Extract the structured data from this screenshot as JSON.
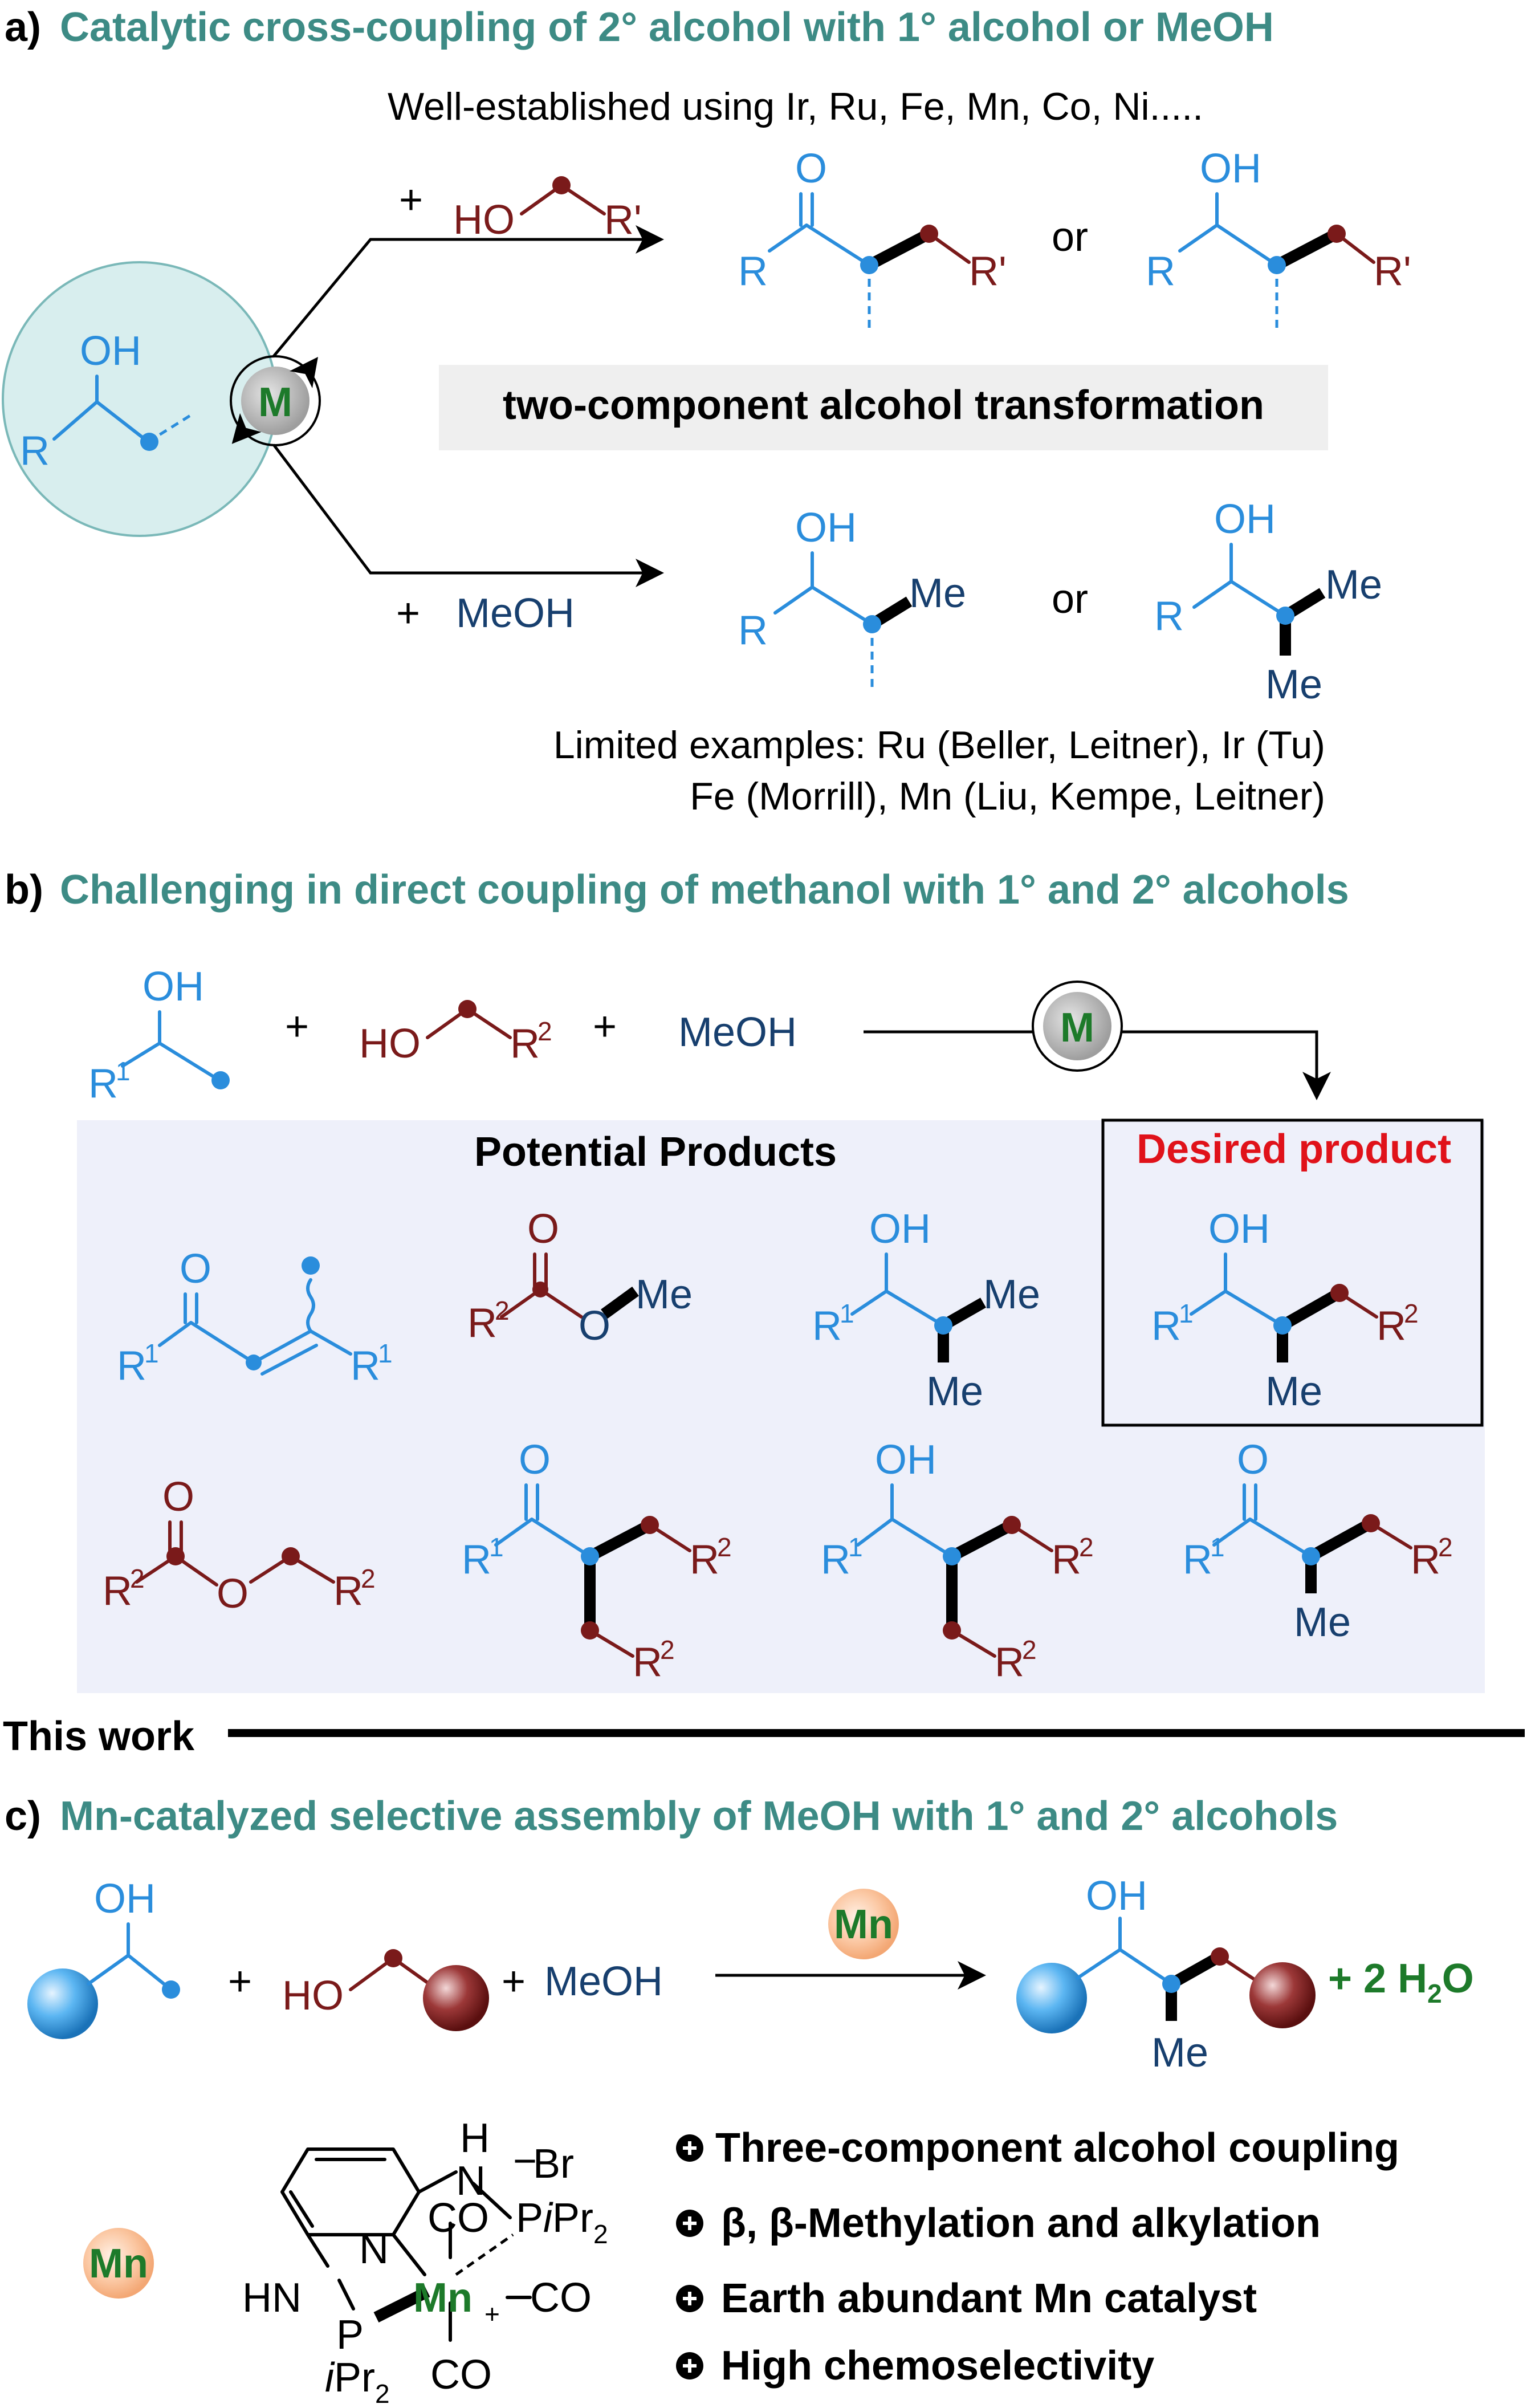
{
  "section_a": {
    "letter": "a)",
    "title": "Catalytic cross-coupling of 2° alcohol with 1° alcohol or MeOH",
    "well_established": "Well-established using Ir, Ru, Fe, Mn, Co, Ni.....",
    "two_component": "two-component alcohol transformation",
    "limited_line1": "Limited examples: Ru (Beller, Leitner), Ir (Tu)",
    "limited_line2": "Fe (Morrill), Mn (Liu, Kempe, Leitner)",
    "plus": "+",
    "or": "or",
    "metal": "M",
    "reagent_top_ho": "HO",
    "reagent_top_r": "R'",
    "reagent_bottom": "MeOH",
    "labels": {
      "R": "R",
      "O": "O",
      "OH": "OH",
      "Rp": "R'",
      "Me": "Me"
    }
  },
  "section_b": {
    "letter": "b)",
    "title": "Challenging in direct coupling of methanol with 1° and 2° alcohols",
    "metal": "M",
    "potential_products": "Potential Products",
    "desired_product": "Desired product",
    "reagent_ho": "HO",
    "reagent_meoh": "MeOH",
    "plus": "+",
    "labels": {
      "R": "R",
      "sup1": "1",
      "sup2": "2",
      "O": "O",
      "OH": "OH",
      "Me": "Me"
    }
  },
  "this_work": "This work",
  "section_c": {
    "letter": "c)",
    "title": "Mn-catalyzed selective assembly of MeOH with 1° and 2° alcohols",
    "catalyst": "Mn",
    "plus": "+",
    "reagent_ho": "HO",
    "reagent_meoh": "MeOH",
    "water_prefix": "+ 2 H",
    "water_sub": "2",
    "water_suffix": "O",
    "labels": {
      "OH": "OH",
      "Me": "Me"
    },
    "complex": {
      "H": "H",
      "N": "N",
      "Br": "Br",
      "charge_minus": "−",
      "CO": "CO",
      "PiPr2_i": "i",
      "PiPr2": "Pr",
      "P": "P",
      "HN": "HN",
      "Mn": "Mn",
      "plus": "+",
      "sub2": "2"
    },
    "features": [
      "Three-component alcohol coupling",
      "β, β-Methylation and alkylation",
      "Earth abundant Mn catalyst",
      "High chemoselectivity"
    ]
  },
  "colors": {
    "heading": "#3d8b85",
    "blue": "#2a8ddc",
    "dark_red": "#7a1a1a",
    "navy": "#173f6e",
    "green": "#1d7a2a",
    "red": "#e0121a",
    "panel_bg": "#eef0fa"
  }
}
